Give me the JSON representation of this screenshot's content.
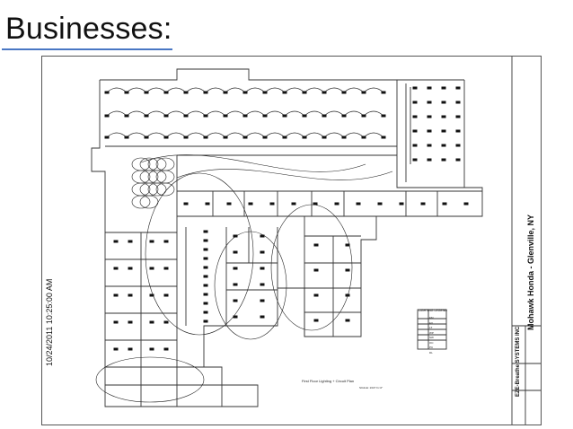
{
  "slide": {
    "title": "Businesses:"
  },
  "drawing": {
    "date_stamp": "10/24/2011 10:25:00 AM",
    "project_name": "Mohawk Honda - Glenville, NY",
    "company_name": "EZE-Breathe SYSTEMS INC",
    "plan_title": "First Floor Lighting + Circuit Plan",
    "plan_scale": "SCALE: 1/16\"=1'-0\"",
    "legend_header": "LIGHTING LEGEND",
    "legend_rows": [
      "EM",
      "EX",
      "LT",
      "WP",
      "SW",
      "OC",
      "PC",
      "DL"
    ]
  }
}
